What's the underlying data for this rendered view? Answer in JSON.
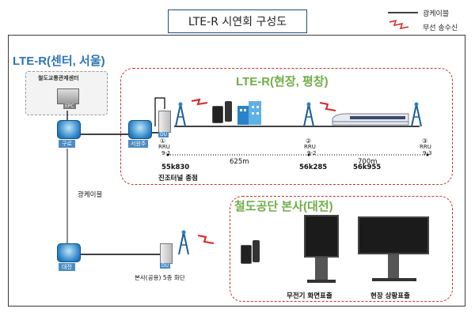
{
  "title": "LTE-R 시연회 구성도",
  "legend": {
    "fiber_label": "광케이블",
    "wireless_label": "무선 송수신",
    "fiber_color": "#000000",
    "wireless_color": "#e02020"
  },
  "seoul_region": {
    "label": "LTE-R(센터, 서울)",
    "label_color": "#2e75b6",
    "control_center": "철도교통관제센터",
    "epc_label": "EPC",
    "guro_label": "구로",
    "seowonju_label": "서원주",
    "du_label": "DU"
  },
  "field_region": {
    "label": "LTE-R(현장, 평창)",
    "label_color": "#70ad47",
    "rrus": [
      {
        "num": "①",
        "name": "RRU",
        "id": "9-1",
        "km": "55k830"
      },
      {
        "num": "②",
        "name": "RRU",
        "id": "9-2",
        "km": "56k285"
      },
      {
        "num": "③",
        "name": "RRU",
        "id": "9-3",
        "km": ""
      }
    ],
    "distances": [
      "625m",
      "700m"
    ],
    "km_extra": "56k955",
    "tunnel_label": "진조터널 종점"
  },
  "hq_region": {
    "label": "철도공단 본사(대전)",
    "label_color": "#70ad47",
    "daejeon_label": "대전",
    "du_label": "DU",
    "du_location": "본사(공용) 5층 화단",
    "monitor1_label": "무전기 화면표출",
    "monitor2_label": "현장 상황표출"
  },
  "link_label": "광케이블"
}
